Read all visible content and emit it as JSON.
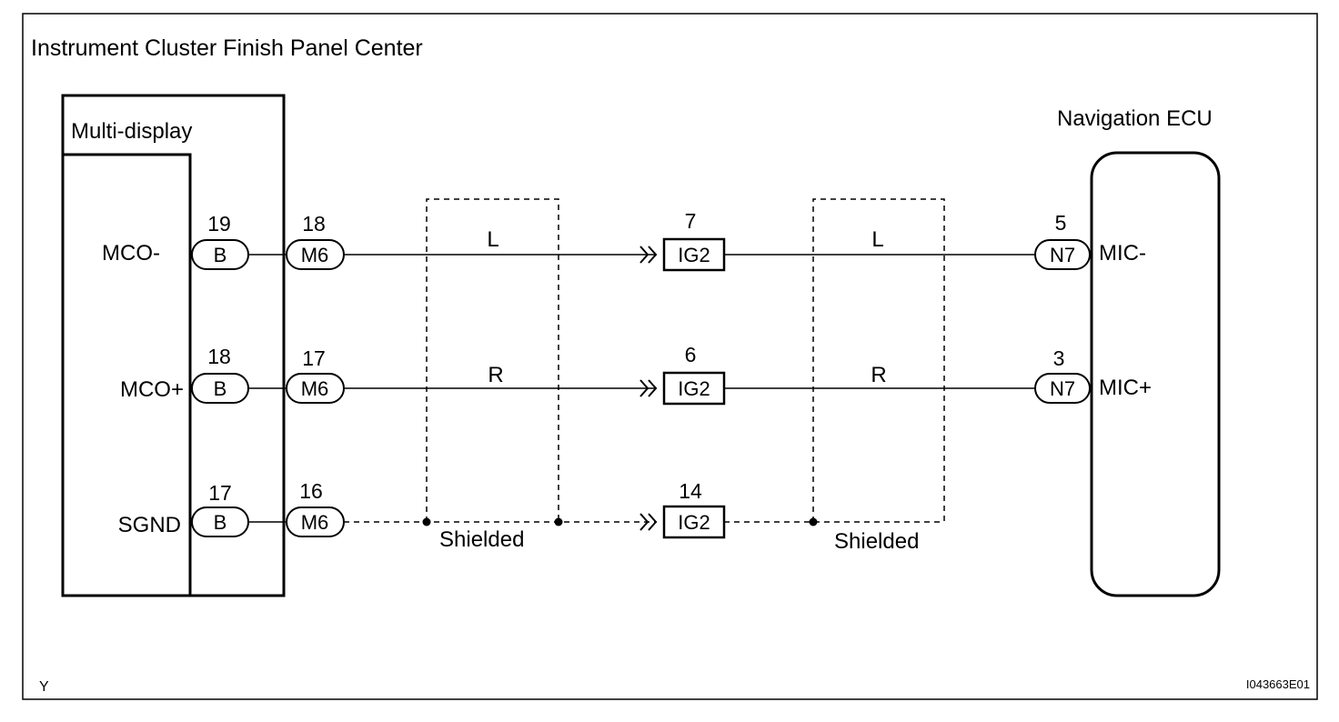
{
  "diagram": {
    "title": "Instrument Cluster Finish Panel Center",
    "left_component": {
      "label": "Multi-display"
    },
    "right_component": {
      "label": "Navigation ECU"
    },
    "shield_label_1": "Shielded",
    "shield_label_2": "Shielded",
    "footer_left": "Y",
    "footer_right": "I043663E01",
    "wires": [
      {
        "terminal_left": "MCO-",
        "pin_b": "19",
        "conn_b": "B",
        "pin_m6": "18",
        "conn_m6": "M6",
        "wire_color_1": "L",
        "pin_ig2": "7",
        "conn_ig2": "IG2",
        "wire_color_2": "L",
        "pin_n7": "5",
        "conn_n7": "N7",
        "terminal_right": "MIC-"
      },
      {
        "terminal_left": "MCO+",
        "pin_b": "18",
        "conn_b": "B",
        "pin_m6": "17",
        "conn_m6": "M6",
        "wire_color_1": "R",
        "pin_ig2": "6",
        "conn_ig2": "IG2",
        "wire_color_2": "R",
        "pin_n7": "3",
        "conn_n7": "N7",
        "terminal_right": "MIC+"
      },
      {
        "terminal_left": "SGND",
        "pin_b": "17",
        "conn_b": "B",
        "pin_m6": "16",
        "conn_m6": "M6",
        "pin_ig2": "14",
        "conn_ig2": "IG2"
      }
    ]
  }
}
